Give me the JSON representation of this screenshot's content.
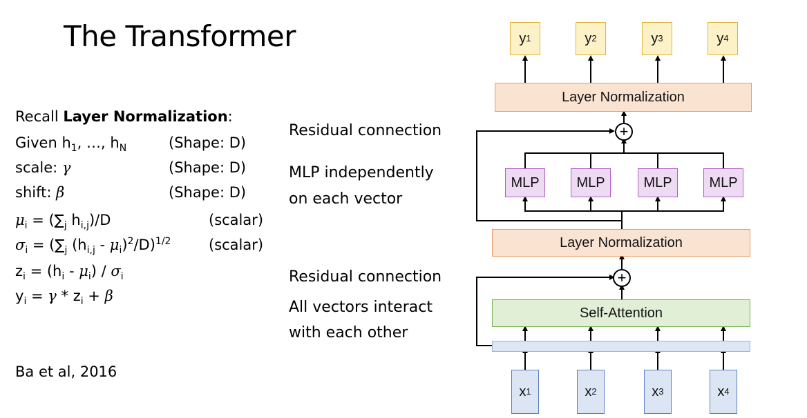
{
  "title": "The Transformer",
  "recall": {
    "prefix": "Recall ",
    "bold": "Layer Normalization",
    "suffix": ":"
  },
  "lines": {
    "given": "Given h",
    "given_sub1": "1",
    "given_mid": ", …, h",
    "given_subN": "N",
    "given_shape": "(Shape: D)",
    "scale": "scale: ",
    "scale_sym": "γ",
    "scale_shape": "(Shape: D)",
    "shift": "shift: ",
    "shift_sym": "β",
    "shift_shape": "(Shape: D)",
    "mu": "μ",
    "mu_i": "i",
    "mu_eq": " = (∑",
    "mu_j": "j",
    "mu_h": " h",
    "mu_ij": "i,j",
    "mu_end": ")/D",
    "mu_scalar": "(scalar)",
    "sigma": "σ",
    "sigma_i": "i",
    "sigma_eq": " = (∑",
    "sigma_j": "j",
    "sigma_h": " (h",
    "sigma_ij": "i,j",
    "sigma_minus": " - ",
    "sigma_mu": "μ",
    "sigma_mu_i": "i",
    "sigma_close": ")",
    "sigma_sq": "2",
    "sigma_d": "/D)",
    "sigma_half": "1/2",
    "sigma_scalar": "(scalar)",
    "z": "z",
    "z_i": "i",
    "z_eq": " = (h",
    "z_hi": "i",
    "z_minus": " - ",
    "z_mu": "μ",
    "z_mu_i": "i",
    "z_div": ") / ",
    "z_sigma": "σ",
    "z_sigma_i": "i",
    "y": "y",
    "y_i": "i",
    "y_eq": " = ",
    "y_gamma": "γ",
    "y_mul": " * z",
    "y_zi": "i",
    "y_plus": " + ",
    "y_beta": "β"
  },
  "citation": "Ba et al, 2016",
  "annotations": {
    "residual_top": "Residual connection",
    "mlp_line1": "MLP independently",
    "mlp_line2": "on each vector",
    "residual_bottom": "Residual connection",
    "attn_line1": "All vectors interact",
    "attn_line2": "with each other"
  },
  "diagram": {
    "outputs": [
      {
        "base": "y",
        "sub": "1"
      },
      {
        "base": "y",
        "sub": "2"
      },
      {
        "base": "y",
        "sub": "3"
      },
      {
        "base": "y",
        "sub": "4"
      }
    ],
    "inputs": [
      {
        "base": "x",
        "sub": "1"
      },
      {
        "base": "x",
        "sub": "2"
      },
      {
        "base": "x",
        "sub": "3"
      },
      {
        "base": "x",
        "sub": "4"
      }
    ],
    "layer_norm_top": "Layer Normalization",
    "layer_norm_bottom": "Layer Normalization",
    "mlp_labels": [
      "MLP",
      "MLP",
      "MLP",
      "MLP"
    ],
    "self_attention": "Self-Attention",
    "plus_symbol": "+"
  },
  "colors": {
    "output_fill": "#fdf2c7",
    "input_fill": "#dbe5f4",
    "layernorm_fill": "#fbe3d2",
    "mlp_fill": "#efdaf4",
    "attention_fill": "#e0efd6"
  }
}
